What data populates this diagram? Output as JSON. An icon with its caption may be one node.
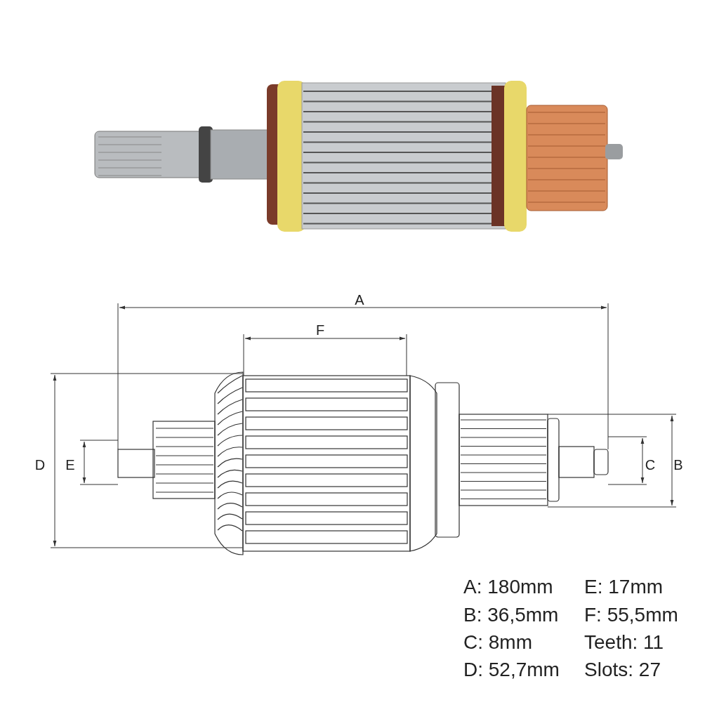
{
  "diagram": {
    "labels": [
      "A",
      "F",
      "D",
      "E",
      "C",
      "B",
      "A: 180mm",
      "E: 17mm",
      "B: 36,5mm",
      "F: 55,5mm",
      "C: 8mm",
      "Teeth: 11",
      "D: 52,7mm",
      "Slots: 27"
    ]
  }
}
